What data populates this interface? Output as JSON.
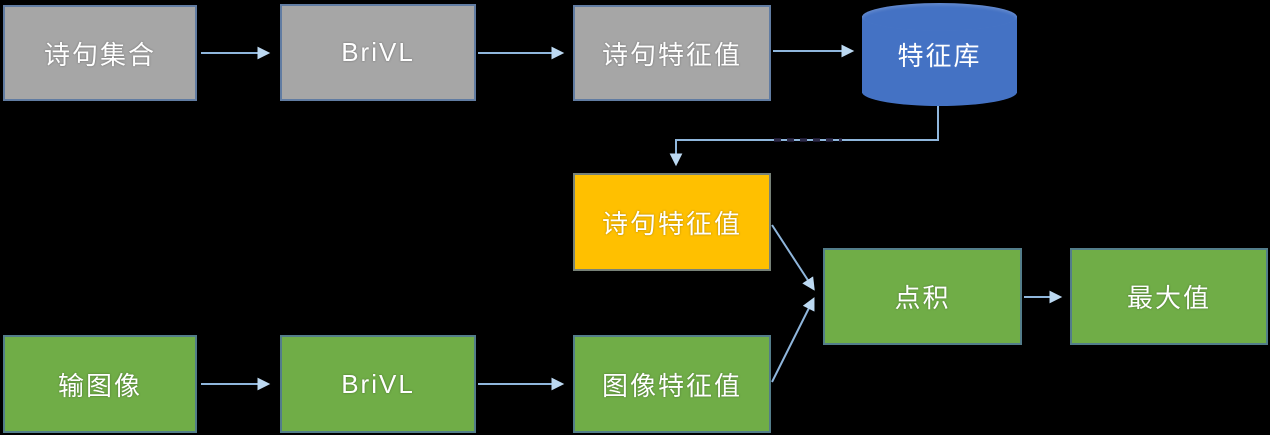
{
  "colors": {
    "background": "#000000",
    "gray_fill": "#A6A6A6",
    "green_fill": "#70AD47",
    "yellow_fill": "#FFC000",
    "blue_fill": "#4472C4",
    "arrow": "#8FB6DC",
    "arrowhead": "#BCD9F2",
    "text": "#FFFFFF"
  },
  "nodes": {
    "poem_set": {
      "label": "诗句集合",
      "shape": "rect",
      "color": "gray"
    },
    "brivl_top": {
      "label": "BriVL",
      "shape": "rect",
      "color": "gray"
    },
    "poem_features": {
      "label": "诗句特征值",
      "shape": "rect",
      "color": "gray"
    },
    "feature_db": {
      "label": "特征库",
      "shape": "cylinder",
      "color": "blue"
    },
    "poem_features_q": {
      "label": "诗句特征值",
      "shape": "rect",
      "color": "yellow"
    },
    "input_image": {
      "label": "输图像",
      "shape": "rect",
      "color": "green"
    },
    "brivl_bottom": {
      "label": "BriVL",
      "shape": "rect",
      "color": "green"
    },
    "image_features": {
      "label": "图像特征值",
      "shape": "rect",
      "color": "green"
    },
    "dot_product": {
      "label": "点积",
      "shape": "rect",
      "color": "green"
    },
    "max_value": {
      "label": "最大值",
      "shape": "rect",
      "color": "green"
    }
  },
  "edges": [
    {
      "from": "poem_set",
      "to": "brivl_top"
    },
    {
      "from": "brivl_top",
      "to": "poem_features"
    },
    {
      "from": "poem_features",
      "to": "feature_db"
    },
    {
      "from": "feature_db",
      "to": "poem_features_q"
    },
    {
      "from": "poem_features_q",
      "to": "dot_product"
    },
    {
      "from": "image_features",
      "to": "dot_product"
    },
    {
      "from": "dot_product",
      "to": "max_value"
    },
    {
      "from": "input_image",
      "to": "brivl_bottom"
    },
    {
      "from": "brivl_bottom",
      "to": "image_features"
    }
  ]
}
